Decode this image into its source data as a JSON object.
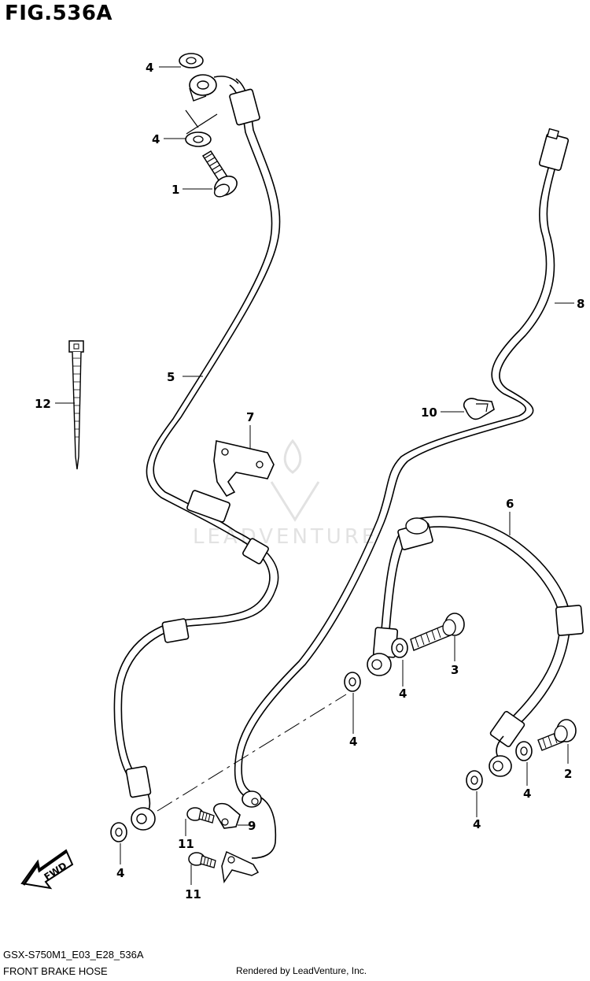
{
  "title": "FIG.536A",
  "footer": {
    "code": "GSX-S750M1_E03_E28_536A",
    "name": "FRONT BRAKE HOSE",
    "rendered": "Rendered by LeadVenture, Inc."
  },
  "watermark": {
    "text": "LEADVENTURE",
    "color": "#e2e2e2"
  },
  "fwd_label": "FWD",
  "callouts": {
    "c1": "1",
    "c2": "2",
    "c3": "3",
    "c4a": "4",
    "c4b": "4",
    "c4c": "4",
    "c4d": "4",
    "c4e": "4",
    "c4f": "4",
    "c4g": "4",
    "c5": "5",
    "c6": "6",
    "c7": "7",
    "c8": "8",
    "c9": "9",
    "c10": "10",
    "c11a": "11",
    "c11b": "11",
    "c12": "12"
  }
}
